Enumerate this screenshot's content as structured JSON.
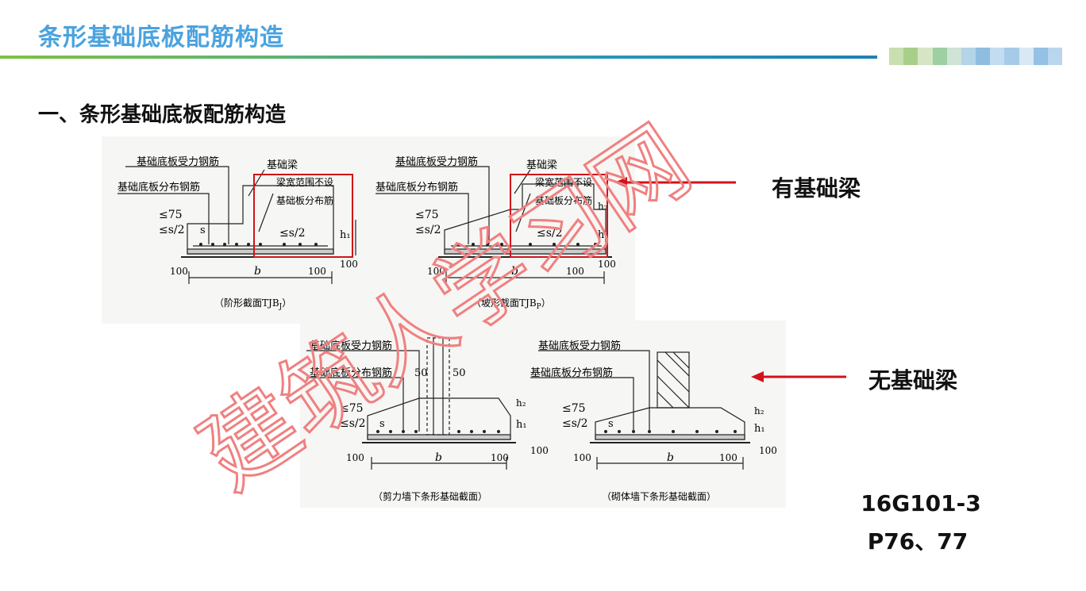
{
  "header": {
    "title": "条形基础底板配筋构造"
  },
  "section": {
    "heading": "一、条形基础底板配筋构造"
  },
  "annotations": {
    "with_beam": "有基础梁",
    "without_beam": "无基础梁"
  },
  "reference": {
    "line1": "16G101-3",
    "line2": "P76、77"
  },
  "watermark": {
    "text": "建筑人学习网"
  },
  "drawings": {
    "tjbj": {
      "caption": "（阶形截面TJB",
      "caption_sub": "J",
      "caption_end": "）",
      "rebar_main": "基础底板受力钢筋",
      "rebar_dist": "基础底板分布钢筋",
      "beam": "基础梁",
      "beam_note1": "梁宽范围不设",
      "beam_note2": "基础板分布筋",
      "lt75": "≤75",
      "s2": "≤s/2",
      "s": "s",
      "s2b": "≤s/2",
      "h1": "h₁",
      "d100a": "100",
      "d100b": "100",
      "d100c": "100",
      "b": "b"
    },
    "tjbp": {
      "caption": "（坡形截面TJB",
      "caption_sub": "P",
      "caption_end": "）",
      "rebar_main": "基础底板受力钢筋",
      "rebar_dist": "基础底板分布钢筋",
      "beam": "基础梁",
      "beam_note1": "梁宽范围不设",
      "beam_note2": "基础板分布筋",
      "lt75": "≤75",
      "s2": "≤s/2",
      "s2b": "≤s/2",
      "h1": "h₁",
      "h2": "h₂",
      "d100a": "100",
      "d100b": "100",
      "d100c": "100",
      "b": "b"
    },
    "shear": {
      "caption": "（剪力墙下条形基础截面）",
      "rebar_main": "基础底板受力钢筋",
      "rebar_dist": "基础底板分布钢筋",
      "fifty_a": "50",
      "fifty_b": "50",
      "lt75": "≤75",
      "s2": "≤s/2",
      "s": "s",
      "h1": "h₁",
      "h2": "h₂",
      "d100a": "100",
      "d100b": "100",
      "d100c": "100",
      "b": "b"
    },
    "masonry": {
      "caption": "（砌体墙下条形基础截面）",
      "rebar_main": "基础底板受力钢筋",
      "rebar_dist": "基础底板分布钢筋",
      "lt75": "≤75",
      "s2": "≤s/2",
      "s": "s",
      "h1": "h₁",
      "h2": "h₂",
      "d100a": "100",
      "d100b": "100",
      "d100c": "100",
      "b": "b"
    }
  },
  "colors": {
    "title": "#4aa3df",
    "highlight": "#d0131b",
    "watermark": "#f08080"
  }
}
